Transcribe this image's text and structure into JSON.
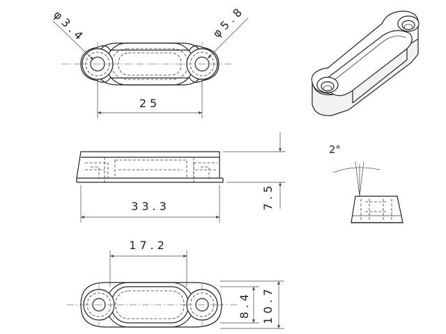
{
  "dimensions": {
    "hole_small": "φ3.4",
    "hole_large": "φ5.8",
    "hole_pitch": "25",
    "overall_length": "33.3",
    "height": "7.5",
    "body_length": "17.2",
    "body_width": "8.4",
    "overall_width": "10.7",
    "draft_angle": "2°"
  }
}
